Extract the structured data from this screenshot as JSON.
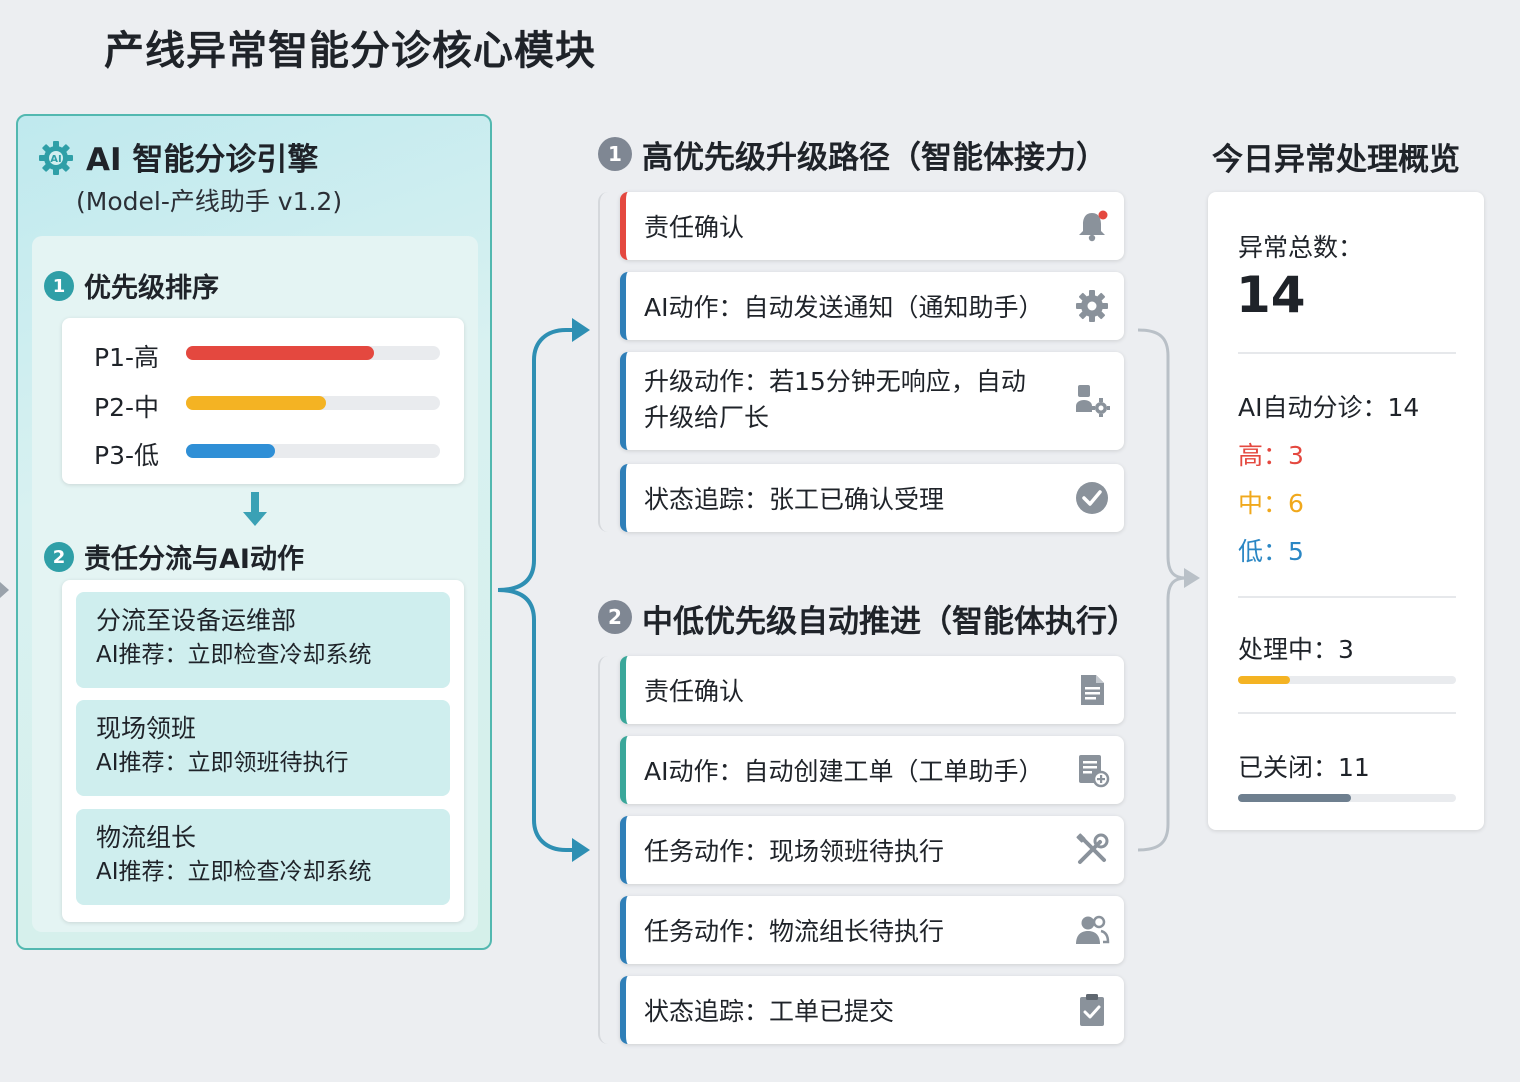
{
  "title": "产线异常智能分诊核心模块",
  "engine": {
    "title": "AI 智能分诊引擎",
    "subtitle": "(Model-产线助手 v1.2)",
    "icon": "gear-icon",
    "priority_section": {
      "number": "1",
      "title": "优先级排序",
      "items": [
        {
          "label": "P1-高",
          "level": 0.74,
          "color": "#e4483f"
        },
        {
          "label": "P2-中",
          "level": 0.55,
          "color": "#f4b323"
        },
        {
          "label": "P3-低",
          "level": 0.35,
          "color": "#2f8fd6"
        }
      ]
    },
    "dispatch_section": {
      "number": "2",
      "title": "责任分流与AI动作",
      "items": [
        {
          "target": "分流至设备运维部",
          "recommendation": "AI推荐：立即检查冷却系统"
        },
        {
          "target": "现场领班",
          "recommendation": "AI推荐：立即领班待执行"
        },
        {
          "target": "物流组长",
          "recommendation": "AI推荐：立即检查冷却系统"
        }
      ]
    }
  },
  "paths": [
    {
      "number": "1",
      "title": "高优先级升级路径（智能体接力）",
      "steps": [
        {
          "text": "责任确认",
          "icon": "bell-icon",
          "accent": "#e4483f"
        },
        {
          "text": "AI动作：自动发送通知（通知助手）",
          "icon": "gear-icon",
          "accent": "#2f7fb8"
        },
        {
          "text": "升级动作：若15分钟无响应，自动升级给厂长",
          "icon": "user-gear-icon",
          "accent": "#2f7fb8"
        },
        {
          "text": "状态追踪：张工已确认受理",
          "icon": "check-circle-icon",
          "accent": "#2f7fb8"
        }
      ]
    },
    {
      "number": "2",
      "title": "中低优先级自动推进（智能体执行）",
      "steps": [
        {
          "text": "责任确认",
          "icon": "document-icon",
          "accent": "#3aa79a"
        },
        {
          "text": "AI动作：自动创建工单（工单助手）",
          "icon": "add-ticket-icon",
          "accent": "#3aa79a"
        },
        {
          "text": "任务动作：现场领班待执行",
          "icon": "tools-icon",
          "accent": "#2f7fb8"
        },
        {
          "text": "任务动作：物流组长待执行",
          "icon": "users-icon",
          "accent": "#2f7fb8"
        },
        {
          "text": "状态追踪：工单已提交",
          "icon": "clipboard-check-icon",
          "accent": "#2f7fb8"
        }
      ]
    }
  ],
  "overview": {
    "title": "今日异常处理概览",
    "total_label": "异常总数：",
    "total_value": "14",
    "ai_triage": "AI自动分诊：14",
    "high": "高：3",
    "medium": "中：6",
    "low": "低：5",
    "high_color": "#e4483f",
    "medium_color": "#f0a81c",
    "low_color": "#2b87c4",
    "in_progress": "处理中：3",
    "in_progress_level": 0.24,
    "in_progress_color": "#f4b323",
    "closed": "已关闭：11",
    "closed_level": 0.52,
    "closed_color": "#6e7f8f"
  }
}
